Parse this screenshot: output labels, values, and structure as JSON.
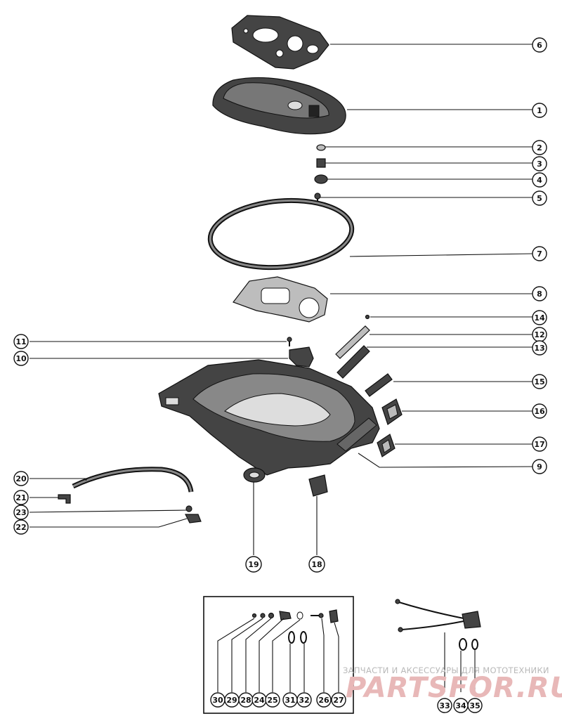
{
  "callouts": {
    "c1": "1",
    "c2": "2",
    "c3": "3",
    "c4": "4",
    "c5": "5",
    "c6": "6",
    "c7": "7",
    "c8": "8",
    "c9": "9",
    "c10": "10",
    "c11": "11",
    "c12": "12",
    "c13": "13",
    "c14": "14",
    "c15": "15",
    "c16": "16",
    "c17": "17",
    "c18": "18",
    "c19": "19",
    "c20": "20",
    "c21": "21",
    "c22": "22",
    "c23": "23",
    "c24": "24",
    "c25": "25",
    "c26": "26",
    "c27": "27",
    "c28": "28",
    "c29": "29",
    "c30": "30",
    "c31": "31",
    "c32": "32",
    "c33": "33",
    "c34": "34",
    "c35": "35"
  },
  "watermark": {
    "tagline": "ЗАПЧАСТИ И АКСЕССУАРЫ ДЛЯ МОТОТЕХНИКИ",
    "logo": "PARTSFOR.RU"
  }
}
